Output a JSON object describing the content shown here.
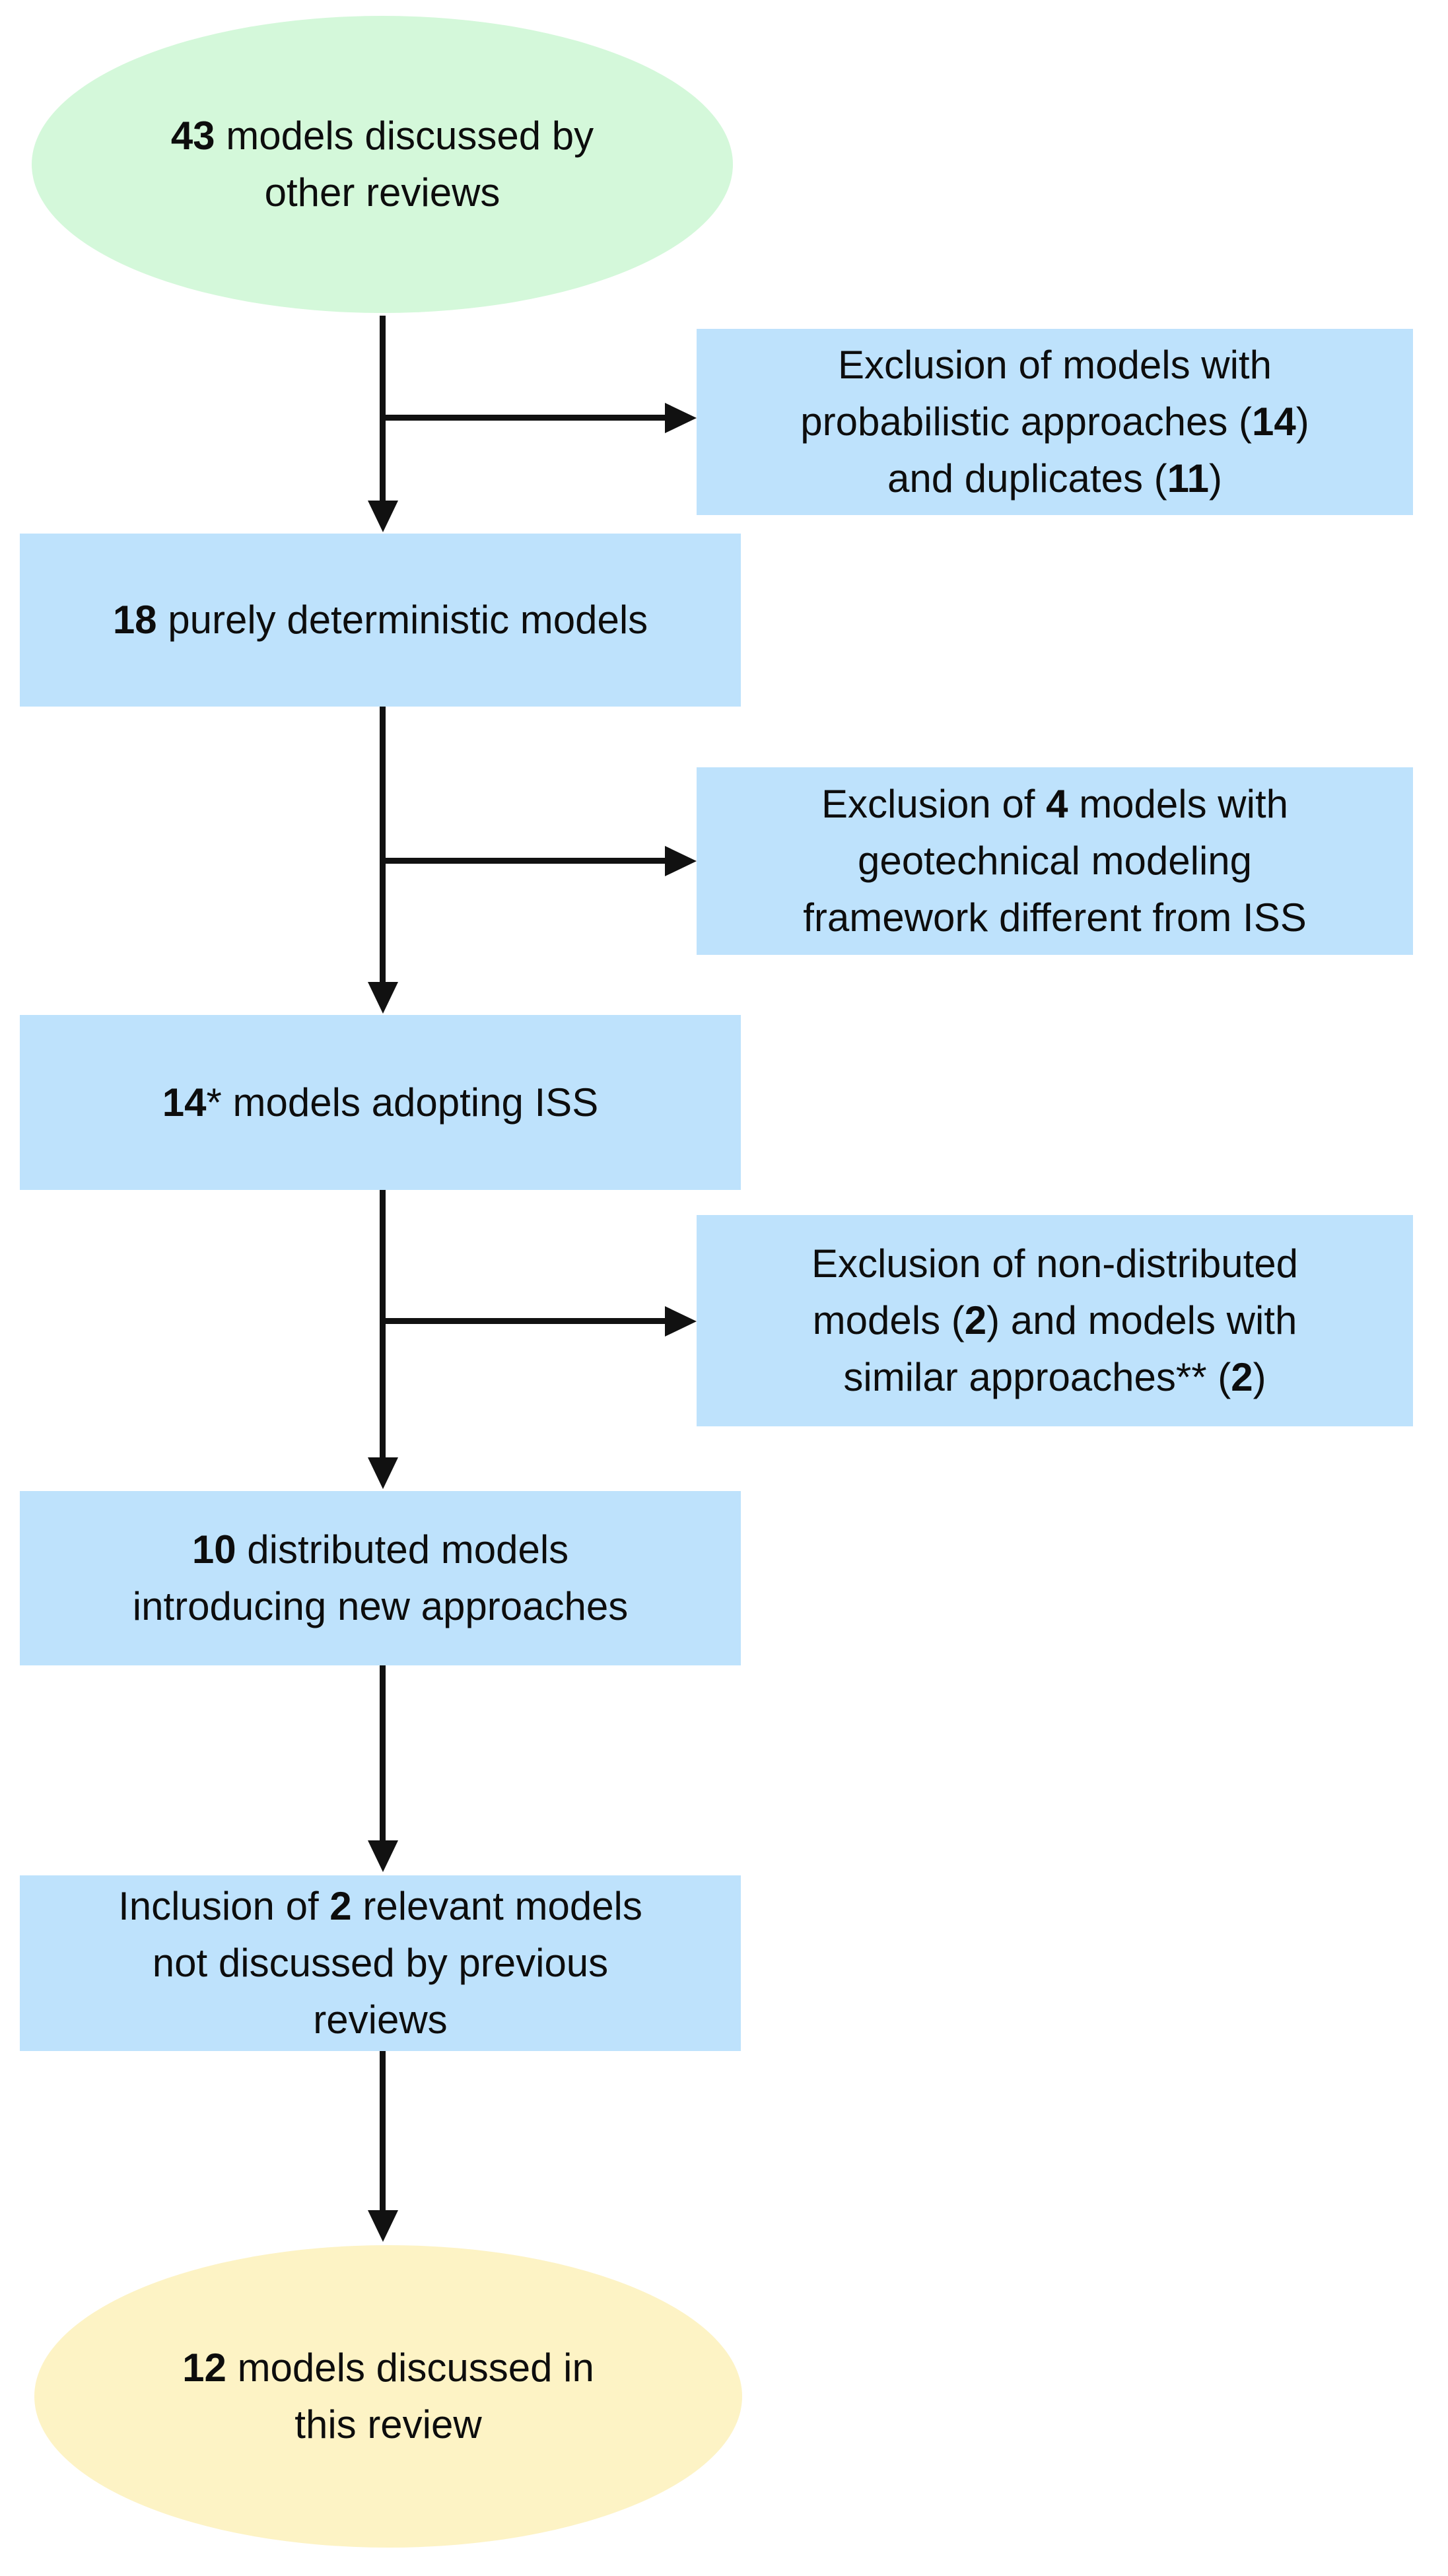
{
  "diagram": {
    "type": "flowchart",
    "background": "#ffffff",
    "colors": {
      "start_node_fill": "#d4f8da",
      "process_node_fill": "#bee2fc",
      "end_node_fill": "#fdf3c5",
      "arrow_color": "#111111",
      "text_color": "#0d0d0d"
    },
    "nodes": [
      {
        "id": "start",
        "shape": "ellipse",
        "role": "start",
        "text": "43 models discussed by other reviews",
        "lines": [
          {
            "segs": [
              {
                "t": "43",
                "bold": true
              },
              {
                "t": " models discussed by",
                "bold": false
              }
            ]
          },
          {
            "segs": [
              {
                "t": "other reviews",
                "bold": false
              }
            ]
          }
        ]
      },
      {
        "id": "exclusion-probabilistic",
        "shape": "rect",
        "role": "exclusion",
        "text": "Exclusion of models with probabilistic approaches (14) and duplicates (11)",
        "lines": [
          {
            "segs": [
              {
                "t": "Exclusion of models with",
                "bold": false
              }
            ]
          },
          {
            "segs": [
              {
                "t": "probabilistic approaches (",
                "bold": false
              },
              {
                "t": "14",
                "bold": true
              },
              {
                "t": ")",
                "bold": false
              }
            ]
          },
          {
            "segs": [
              {
                "t": "and duplicates (",
                "bold": false
              },
              {
                "t": "11",
                "bold": true
              },
              {
                "t": ")",
                "bold": false
              }
            ]
          }
        ]
      },
      {
        "id": "deterministic-models",
        "shape": "rect",
        "role": "process",
        "text": "18 purely deterministic models",
        "lines": [
          {
            "segs": [
              {
                "t": "18",
                "bold": true
              },
              {
                "t": " purely deterministic models",
                "bold": false
              }
            ]
          }
        ]
      },
      {
        "id": "exclusion-geotechnical",
        "shape": "rect",
        "role": "exclusion",
        "text": "Exclusion of 4 models with geotechnical modeling framework different from ISS",
        "lines": [
          {
            "segs": [
              {
                "t": "Exclusion of ",
                "bold": false
              },
              {
                "t": "4",
                "bold": true
              },
              {
                "t": " models with",
                "bold": false
              }
            ]
          },
          {
            "segs": [
              {
                "t": "geotechnical modeling",
                "bold": false
              }
            ]
          },
          {
            "segs": [
              {
                "t": "framework different from ISS",
                "bold": false
              }
            ]
          }
        ]
      },
      {
        "id": "models-adopting-iss",
        "shape": "rect",
        "role": "process",
        "text": "14* models adopting ISS",
        "lines": [
          {
            "segs": [
              {
                "t": "14",
                "bold": true
              },
              {
                "t": "* models adopting ISS",
                "bold": false
              }
            ]
          }
        ]
      },
      {
        "id": "exclusion-non-distributed",
        "shape": "rect",
        "role": "exclusion",
        "text": "Exclusion of non-distributed models (2) and models with similar approaches** (2)",
        "lines": [
          {
            "segs": [
              {
                "t": "Exclusion of non-distributed",
                "bold": false
              }
            ]
          },
          {
            "segs": [
              {
                "t": "models (",
                "bold": false
              },
              {
                "t": "2",
                "bold": true
              },
              {
                "t": ") and models with",
                "bold": false
              }
            ]
          },
          {
            "segs": [
              {
                "t": "similar approaches** (",
                "bold": false
              },
              {
                "t": "2",
                "bold": true
              },
              {
                "t": ")",
                "bold": false
              }
            ]
          }
        ]
      },
      {
        "id": "distributed-models",
        "shape": "rect",
        "role": "process",
        "text": "10 distributed models introducing new approaches",
        "lines": [
          {
            "segs": [
              {
                "t": "10",
                "bold": true
              },
              {
                "t": " distributed models",
                "bold": false
              }
            ]
          },
          {
            "segs": [
              {
                "t": "introducing new approaches",
                "bold": false
              }
            ]
          }
        ]
      },
      {
        "id": "inclusion-relevant-models",
        "shape": "rect",
        "role": "process",
        "text": "Inclusion of 2 relevant models not discussed by previous reviews",
        "lines": [
          {
            "segs": [
              {
                "t": "Inclusion of ",
                "bold": false
              },
              {
                "t": "2",
                "bold": true
              },
              {
                "t": " relevant models",
                "bold": false
              }
            ]
          },
          {
            "segs": [
              {
                "t": "not discussed by previous",
                "bold": false
              }
            ]
          },
          {
            "segs": [
              {
                "t": "reviews",
                "bold": false
              }
            ]
          }
        ]
      },
      {
        "id": "final",
        "shape": "ellipse",
        "role": "end",
        "text": "12 models discussed in this review",
        "lines": [
          {
            "segs": [
              {
                "t": "12",
                "bold": true
              },
              {
                "t": " models discussed in",
                "bold": false
              }
            ]
          },
          {
            "segs": [
              {
                "t": "this review",
                "bold": false
              }
            ]
          }
        ]
      }
    ],
    "arrows": [
      {
        "from": "start",
        "to": "deterministic-models",
        "direction": "down"
      },
      {
        "from": "start-stem",
        "to": "exclusion-probabilistic",
        "direction": "right"
      },
      {
        "from": "deterministic-models",
        "to": "models-adopting-iss",
        "direction": "down"
      },
      {
        "from": "deterministic-stem",
        "to": "exclusion-geotechnical",
        "direction": "right"
      },
      {
        "from": "models-adopting-iss",
        "to": "distributed-models",
        "direction": "down"
      },
      {
        "from": "iss-stem",
        "to": "exclusion-non-distributed",
        "direction": "right"
      },
      {
        "from": "distributed-models",
        "to": "inclusion-relevant-models",
        "direction": "down"
      },
      {
        "from": "inclusion-relevant-models",
        "to": "final",
        "direction": "down"
      }
    ]
  }
}
